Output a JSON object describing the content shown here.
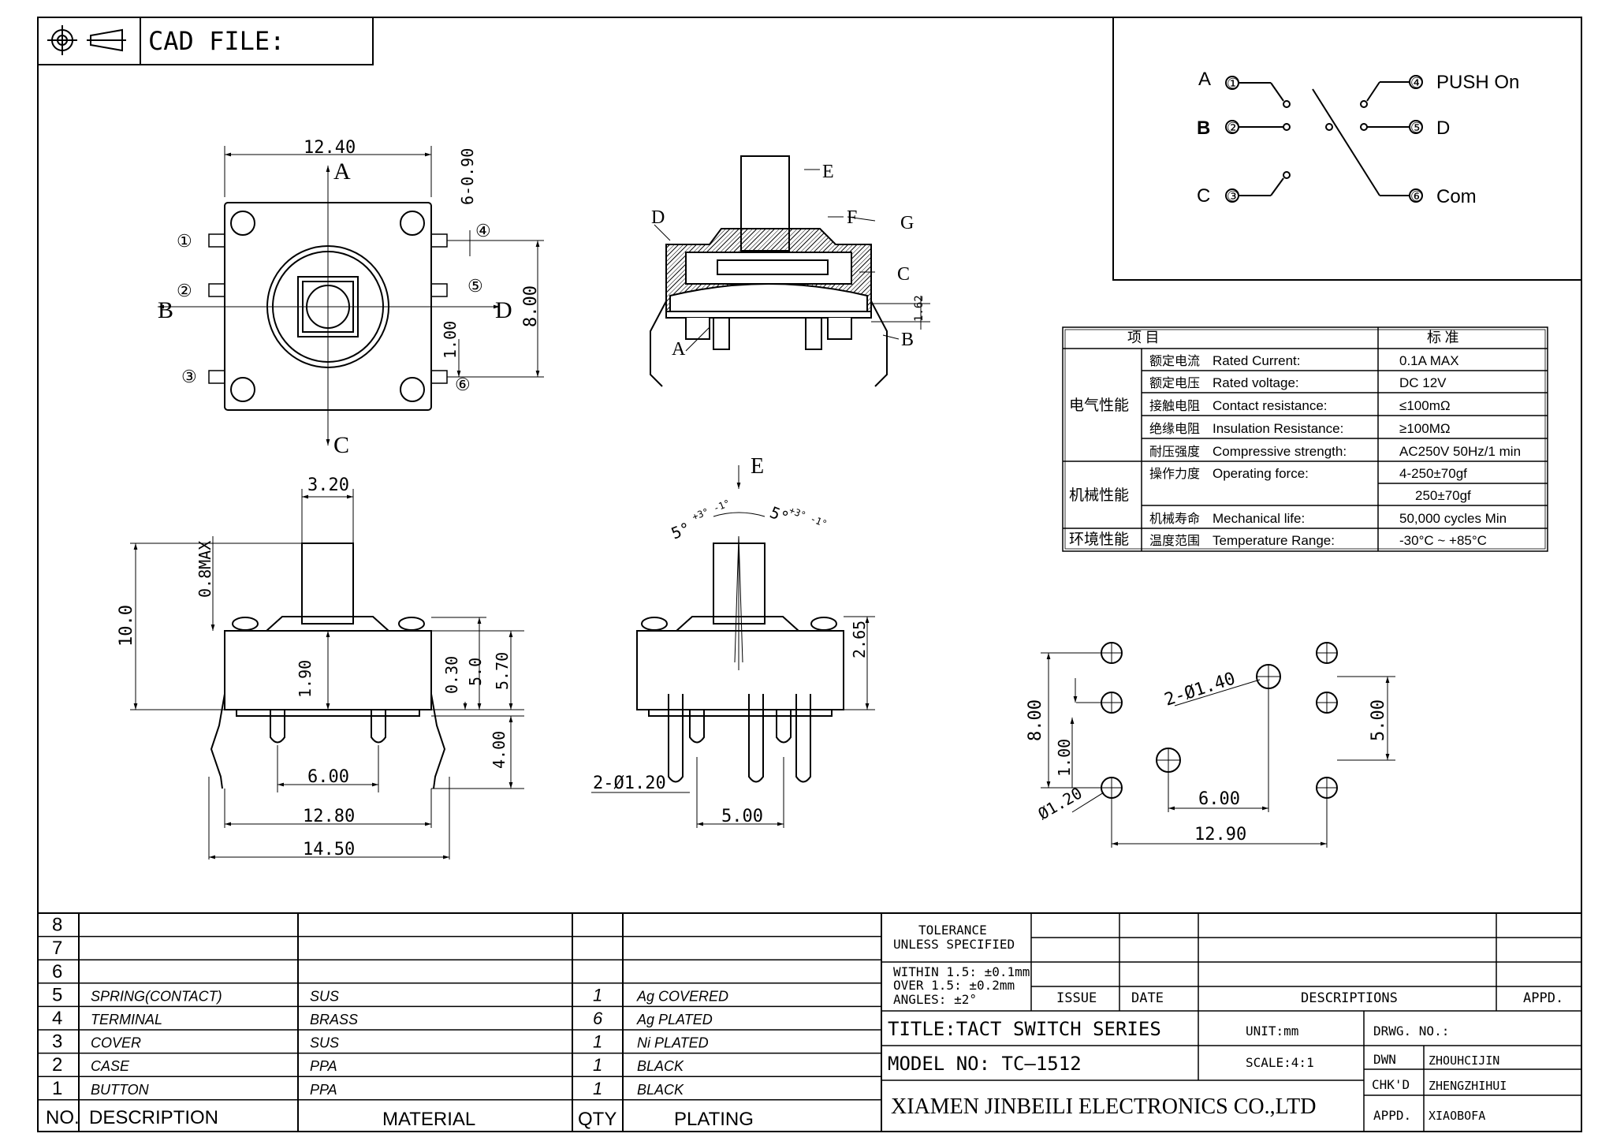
{
  "header": {
    "cad_file_label": "CAD FILE:"
  },
  "schematic": {
    "left_pins": [
      {
        "letter": "A",
        "num": "①"
      },
      {
        "letter": "B",
        "num": "②"
      },
      {
        "letter": "C",
        "num": "③"
      }
    ],
    "right_pins": [
      {
        "num": "④",
        "label": "PUSH On"
      },
      {
        "num": "⑤",
        "label": "D"
      },
      {
        "num": "⑥",
        "label": "Com"
      }
    ]
  },
  "spec_table": {
    "head_item": "项    目",
    "head_std": "标    准",
    "groups": [
      "电气性能",
      "机械性能",
      "环境性能"
    ],
    "rows": [
      {
        "cn": "额定电流",
        "en": "Rated Current:",
        "val": "0.1A MAX"
      },
      {
        "cn": "额定电压",
        "en": "Rated voltage:",
        "val": "DC 12V"
      },
      {
        "cn": "接触电阻",
        "en": "Contact resistance:",
        "val": "≤100mΩ"
      },
      {
        "cn": "绝缘电阻",
        "en": "Insulation Resistance:",
        "val": "≥100MΩ"
      },
      {
        "cn": "耐压强度",
        "en": "Compressive strength:",
        "val": "AC250V  50Hz/1 min"
      },
      {
        "cn": "操作力度",
        "en": "Operating force:",
        "val": "4-250±70gf",
        "val2": "250±70gf"
      },
      {
        "cn": "机械寿命",
        "en": "Mechanical life:",
        "val": "50,000 cycles Min"
      },
      {
        "cn": "温度范围",
        "en": "Temperature Range:",
        "val": "-30°C ~ +85°C"
      }
    ]
  },
  "top_view": {
    "dims": [
      "12.40",
      "6-0.90",
      "8.00",
      "1.00"
    ],
    "letters": [
      "A",
      "B",
      "C",
      "D"
    ],
    "pins": [
      "①",
      "②",
      "③",
      "④",
      "⑤",
      "⑥"
    ]
  },
  "section_view": {
    "labels": [
      "E",
      "D",
      "F",
      "G",
      "C",
      "A",
      "B"
    ],
    "dim": "1.62"
  },
  "front_view": {
    "dims": [
      "3.20",
      "0.8MAX",
      "10.0",
      "1.90",
      "0.30",
      "5.0",
      "5.70",
      "4.00",
      "6.00",
      "12.80",
      "14.50"
    ]
  },
  "side_view": {
    "label": "E",
    "angle_left": "5°",
    "angle_left_tol": "+3° -1°",
    "angle_right": "5°",
    "angle_right_tol": "+3° -1°",
    "dims": [
      "2.65",
      "2-Ø1.20",
      "5.00"
    ]
  },
  "pcb_layout": {
    "dims": [
      "2-Ø1.40",
      "8.00",
      "1.00",
      "5.00",
      "Ø1.20",
      "6.00",
      "12.90"
    ]
  },
  "bom": {
    "rows": [
      {
        "no": "8",
        "desc": "",
        "mat": "",
        "qty": "",
        "plating": ""
      },
      {
        "no": "7",
        "desc": "",
        "mat": "",
        "qty": "",
        "plating": ""
      },
      {
        "no": "6",
        "desc": "",
        "mat": "",
        "qty": "",
        "plating": ""
      },
      {
        "no": "5",
        "desc": "SPRING(CONTACT)",
        "mat": "SUS",
        "qty": "1",
        "plating": "Ag COVERED"
      },
      {
        "no": "4",
        "desc": "TERMINAL",
        "mat": "BRASS",
        "qty": "6",
        "plating": "Ag PLATED"
      },
      {
        "no": "3",
        "desc": "COVER",
        "mat": "SUS",
        "qty": "1",
        "plating": "Ni PLATED"
      },
      {
        "no": "2",
        "desc": "CASE",
        "mat": "PPA",
        "qty": "1",
        "plating": "BLACK"
      },
      {
        "no": "1",
        "desc": "BUTTON",
        "mat": "PPA",
        "qty": "1",
        "plating": "BLACK"
      }
    ],
    "header": {
      "no": "NO.",
      "desc": "DESCRIPTION",
      "mat": "MATERIAL",
      "qty": "QTY",
      "plating": "PLATING"
    }
  },
  "title_block": {
    "tolerance_title": "TOLERANCE",
    "tolerance_sub": "UNLESS SPECIFIED",
    "within": "WITHIN 1.5: ±0.1mm",
    "over": "OVER 1.5:  ±0.2mm",
    "angles": "ANGLES: ±2°",
    "issue": "ISSUE",
    "date": "DATE",
    "descriptions": "DESCRIPTIONS",
    "appd_col": "APPD.",
    "title": "TITLE:TACT SWITCH SERIES",
    "unit": "UNIT:mm",
    "drwg_no": "DRWG. NO.:",
    "model": "MODEL NO: TC—1512",
    "scale": "SCALE:4:1",
    "dwn_label": "DWN",
    "dwn_name": "ZHOUHCIJIN",
    "chkd_label": "CHK'D",
    "chkd_name": "ZHENGZHIHUI",
    "appd_label": "APPD.",
    "appd_name": "XIAOBOFA",
    "company": "XIAMEN JINBEILI ELECTRONICS CO.,LTD"
  }
}
